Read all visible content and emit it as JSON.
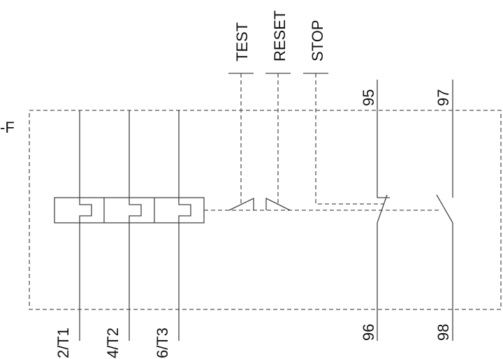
{
  "device_label": "-F",
  "actuators": {
    "test": "TEST",
    "reset": "RESET",
    "stop": "STOP"
  },
  "terminals": {
    "t1": "2/T1",
    "t2": "4/T2",
    "t3": "6/T3",
    "nc_top": "95",
    "nc_bottom": "96",
    "no_top": "97",
    "no_bottom": "98"
  }
}
